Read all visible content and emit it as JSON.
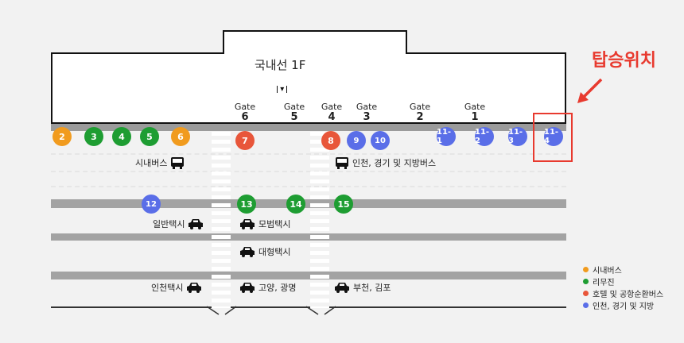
{
  "terminal": {
    "title": "국내선 1F",
    "door_mark": "▾"
  },
  "gates": [
    {
      "word": "Gate",
      "num": "6"
    },
    {
      "word": "Gate",
      "num": "5"
    },
    {
      "word": "Gate",
      "num": "4"
    },
    {
      "word": "Gate",
      "num": "3"
    },
    {
      "word": "Gate",
      "num": "2"
    },
    {
      "word": "Gate",
      "num": "1"
    }
  ],
  "curb_stops": [
    "2",
    "3",
    "4",
    "5",
    "6",
    "7",
    "8",
    "9",
    "10",
    "11-1",
    "11-2",
    "11-3",
    "11-4"
  ],
  "row2_stops": [
    "12",
    "13",
    "14",
    "15"
  ],
  "labels": {
    "city_bus": "시내버스",
    "incheon_bus": "인천, 경기 및 지방버스",
    "regular_taxi": "일반택시",
    "deluxe_taxi": "모범택시",
    "large_taxi": "대형택시",
    "incheon_taxi": "인천택시",
    "goyang_taxi": "고양, 광명",
    "bucheon_taxi": "부천, 김포"
  },
  "legend": [
    {
      "label": "시내버스",
      "color": "#f19b1e"
    },
    {
      "label": "리무진",
      "color": "#1e9d32"
    },
    {
      "label": "호텔 및 공항순환버스",
      "color": "#e8563a"
    },
    {
      "label": "인천, 경기 및 지방",
      "color": "#5a6ee8"
    }
  ],
  "highlight": {
    "text": "탑승위치"
  },
  "colors": {
    "orange": "#f19b1e",
    "green": "#1e9d32",
    "red": "#e8563a",
    "blue": "#5a6ee8",
    "highlight": "#e83a2f"
  },
  "icons": [
    "bus-icon",
    "taxi-icon",
    "arrow-icon"
  ]
}
